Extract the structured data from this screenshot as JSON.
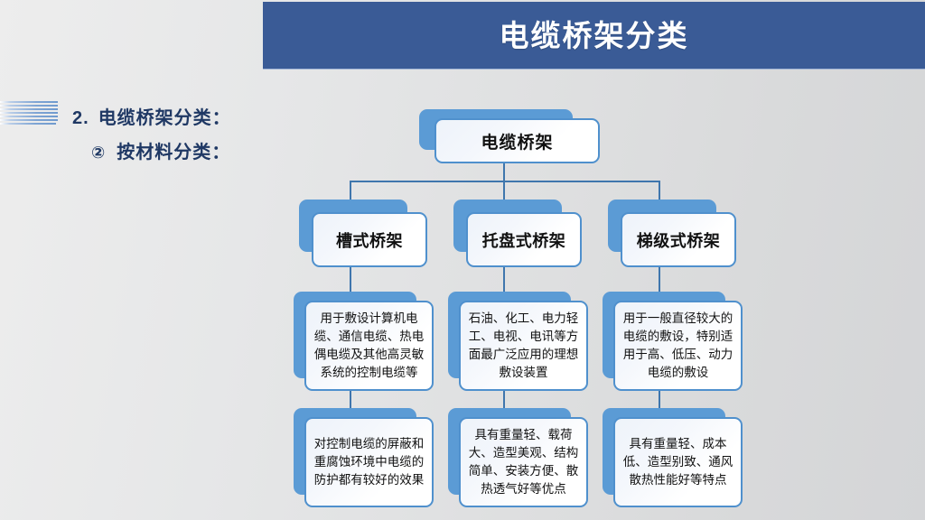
{
  "slide": {
    "title": "电缆桥架分类",
    "background_color": "#E4E5E6",
    "title_bar_color": "#3A5B96",
    "accent_color": "#5B9BD5",
    "connector_color": "#3F76AD",
    "heading_color": "#1F3864"
  },
  "headings": {
    "item_number": "2.",
    "item_text": "电缆桥架分类：",
    "sub_number": "②",
    "sub_text": "按材料分类："
  },
  "decoration": {
    "stripe_count": 7
  },
  "diagram": {
    "root": {
      "label": "电缆桥架"
    },
    "branches": [
      {
        "label": "槽式桥架",
        "descriptions": [
          "用于敷设计算机电缆、通信电缆、热电偶电缆及其他高灵敏系统的控制电缆等",
          "对控制电缆的屏蔽和重腐蚀环境中电缆的防护都有较好的效果"
        ]
      },
      {
        "label": "托盘式桥架",
        "descriptions": [
          "石油、化工、电力轻工、电视、电讯等方面最广泛应用的理想敷设装置",
          "具有重量轻、载荷大、造型美观、结构简单、安装方便、散热透气好等优点"
        ]
      },
      {
        "label": "梯级式桥架",
        "descriptions": [
          "用于一般直径较大的电缆的敷设，特别适用于高、低压、动力电缆的敷设",
          "具有重量轻、成本低、造型别致、通风散热性能好等特点"
        ]
      }
    ]
  }
}
